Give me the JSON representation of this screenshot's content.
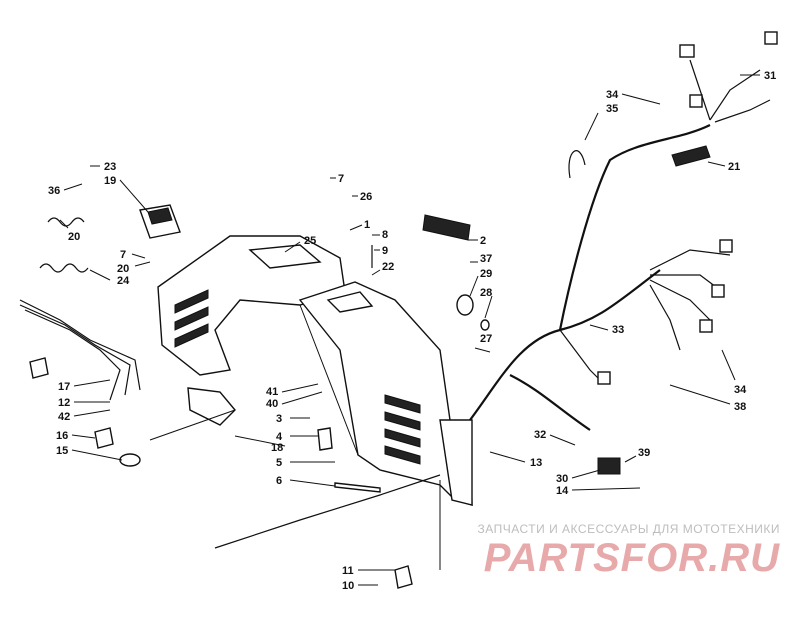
{
  "callouts": [
    {
      "id": "c1",
      "label": "1"
    },
    {
      "id": "c2",
      "label": "2"
    },
    {
      "id": "c3",
      "label": "3"
    },
    {
      "id": "c4",
      "label": "4"
    },
    {
      "id": "c5",
      "label": "5"
    },
    {
      "id": "c6",
      "label": "6"
    },
    {
      "id": "c7a",
      "label": "7"
    },
    {
      "id": "c7b",
      "label": "7"
    },
    {
      "id": "c8",
      "label": "8"
    },
    {
      "id": "c9",
      "label": "9"
    },
    {
      "id": "c10",
      "label": "10"
    },
    {
      "id": "c11",
      "label": "11"
    },
    {
      "id": "c12",
      "label": "12"
    },
    {
      "id": "c13",
      "label": "13"
    },
    {
      "id": "c14",
      "label": "14"
    },
    {
      "id": "c15",
      "label": "15"
    },
    {
      "id": "c16",
      "label": "16"
    },
    {
      "id": "c17",
      "label": "17"
    },
    {
      "id": "c18",
      "label": "18"
    },
    {
      "id": "c19",
      "label": "19"
    },
    {
      "id": "c20a",
      "label": "20"
    },
    {
      "id": "c20b",
      "label": "20"
    },
    {
      "id": "c21",
      "label": "21"
    },
    {
      "id": "c22",
      "label": "22"
    },
    {
      "id": "c23",
      "label": "23"
    },
    {
      "id": "c24",
      "label": "24"
    },
    {
      "id": "c25",
      "label": "25"
    },
    {
      "id": "c26",
      "label": "26"
    },
    {
      "id": "c27",
      "label": "27"
    },
    {
      "id": "c28",
      "label": "28"
    },
    {
      "id": "c29",
      "label": "29"
    },
    {
      "id": "c30",
      "label": "30"
    },
    {
      "id": "c31",
      "label": "31"
    },
    {
      "id": "c32",
      "label": "32"
    },
    {
      "id": "c33",
      "label": "33"
    },
    {
      "id": "c34a",
      "label": "34"
    },
    {
      "id": "c34b",
      "label": "34"
    },
    {
      "id": "c35",
      "label": "35"
    },
    {
      "id": "c36",
      "label": "36"
    },
    {
      "id": "c37",
      "label": "37"
    },
    {
      "id": "c38",
      "label": "38"
    },
    {
      "id": "c39",
      "label": "39"
    },
    {
      "id": "c40",
      "label": "40"
    },
    {
      "id": "c41",
      "label": "41"
    },
    {
      "id": "c42",
      "label": "42"
    }
  ],
  "watermark": {
    "tagline": "ЗАПЧАСТИ И АКСЕССУАРЫ ДЛЯ МОТОТЕХНИКИ",
    "brand": "PARTSFOR.RU"
  },
  "colors": {
    "line": "#111111",
    "background": "#ffffff",
    "watermark_brand": "#e7a9a9",
    "watermark_tagline": "#bdbdbd"
  }
}
